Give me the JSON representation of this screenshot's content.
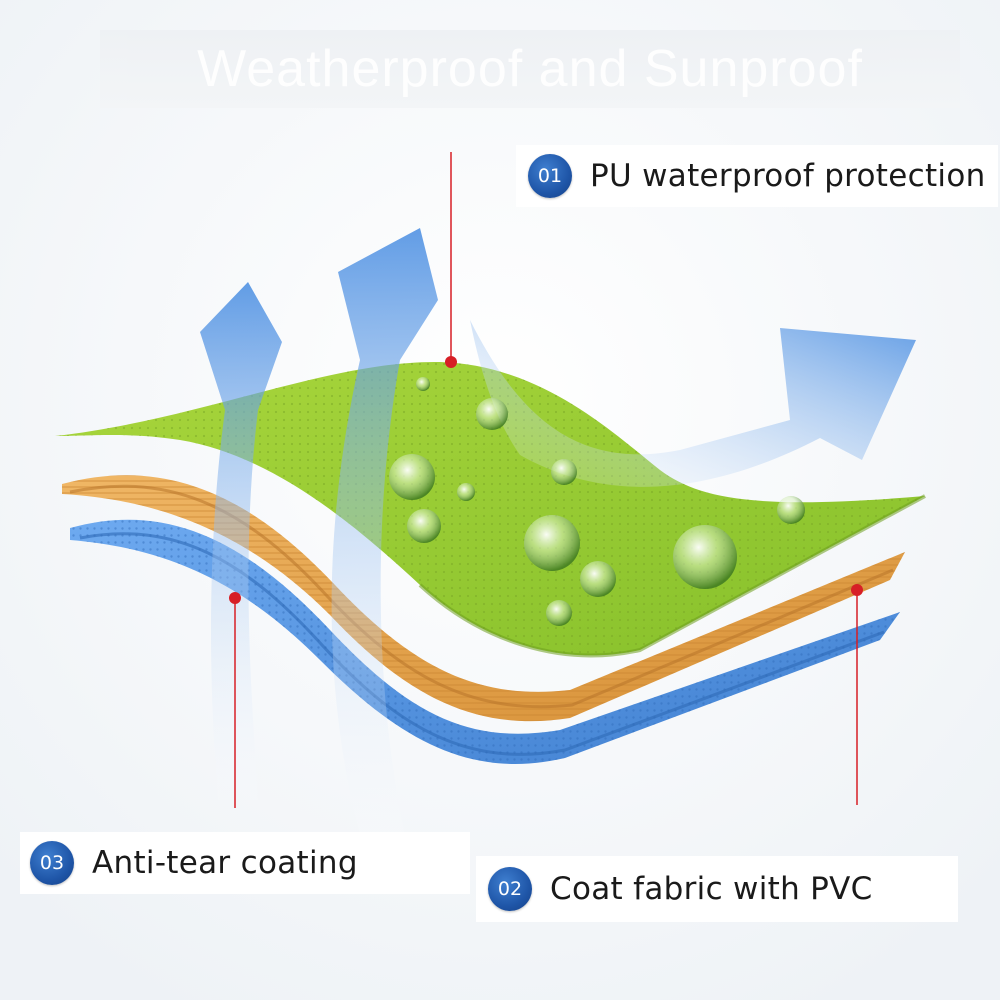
{
  "title": "Weatherproof and Sunproof",
  "labels": [
    {
      "number": "01",
      "text": "PU waterproof protection"
    },
    {
      "number": "02",
      "text": "Coat fabric with PVC"
    },
    {
      "number": "03",
      "text": "Anti-tear coating"
    }
  ],
  "colors": {
    "top_layer": "#9ccc35",
    "middle_layer": "#e0a24c",
    "bottom_layer": "#5b9be0",
    "arrow": "#4a8ee0",
    "pointer": "#d71f26",
    "badge": "#1f56a8"
  },
  "icons": [
    "water-drop-icon",
    "up-arrow-icon",
    "diagonal-arrow-icon"
  ]
}
